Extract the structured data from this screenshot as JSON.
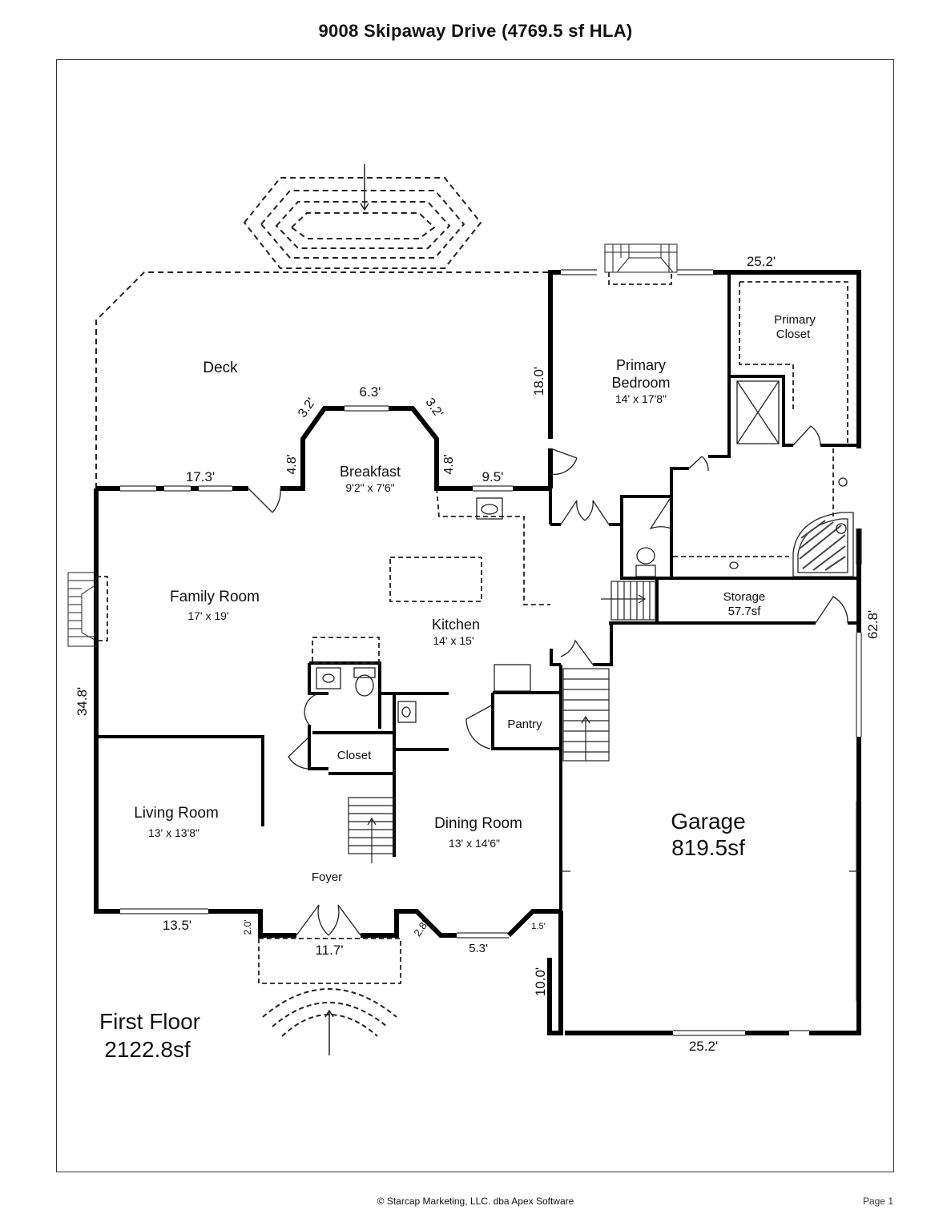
{
  "header": {
    "title": "9008 Skipaway Drive (4769.5 sf HLA)"
  },
  "rooms": {
    "deck": {
      "name": "Deck"
    },
    "breakfast": {
      "name": "Breakfast",
      "size": "9'2\" x 7'6\""
    },
    "primary_bedroom": {
      "name_line1": "Primary",
      "name_line2": "Bedroom",
      "size": "14' x 17'8\""
    },
    "primary_closet": {
      "name_line1": "Primary",
      "name_line2": "Closet"
    },
    "family_room": {
      "name": "Family Room",
      "size": "17' x 19'"
    },
    "kitchen": {
      "name": "Kitchen",
      "size": "14' x 15'"
    },
    "storage": {
      "name": "Storage",
      "size": "57.7sf"
    },
    "pantry": {
      "name": "Pantry"
    },
    "closet": {
      "name": "Closet"
    },
    "living_room": {
      "name": "Living Room",
      "size": "13' x 13'8\""
    },
    "dining_room": {
      "name": "Dining Room",
      "size": "13' x 14'6\""
    },
    "foyer": {
      "name": "Foyer"
    },
    "garage": {
      "name": "Garage",
      "size": "819.5sf"
    }
  },
  "dimensions": {
    "primary_width": "25.2'",
    "primary_depth": "18.0'",
    "bay_center": "6.3'",
    "bay_left_angle": "3.2'",
    "bay_right_angle": "3.2'",
    "bay_left_side": "4.8'",
    "bay_right_side": "4.8'",
    "rear_left": "17.3'",
    "rear_right": "9.5'",
    "right_depth": "62.8'",
    "left_depth": "34.8'",
    "front_left": "13.5'",
    "porch_step": "2.0'",
    "porch_width": "11.7'",
    "dining_bay_angle": "2.8'",
    "dining_bay_center": "5.3'",
    "dining_bay_right": "1.5'",
    "garage_jog": "10.0'",
    "garage_width": "25.2'"
  },
  "floor_summary": {
    "name": "First Floor",
    "area": "2122.8sf"
  },
  "footer": {
    "copyright": "© Starcap Marketing, LLC. dba Apex Software",
    "page": "Page 1"
  },
  "colors": {
    "wall": "#000000",
    "line": "#222222",
    "background": "#ffffff"
  }
}
